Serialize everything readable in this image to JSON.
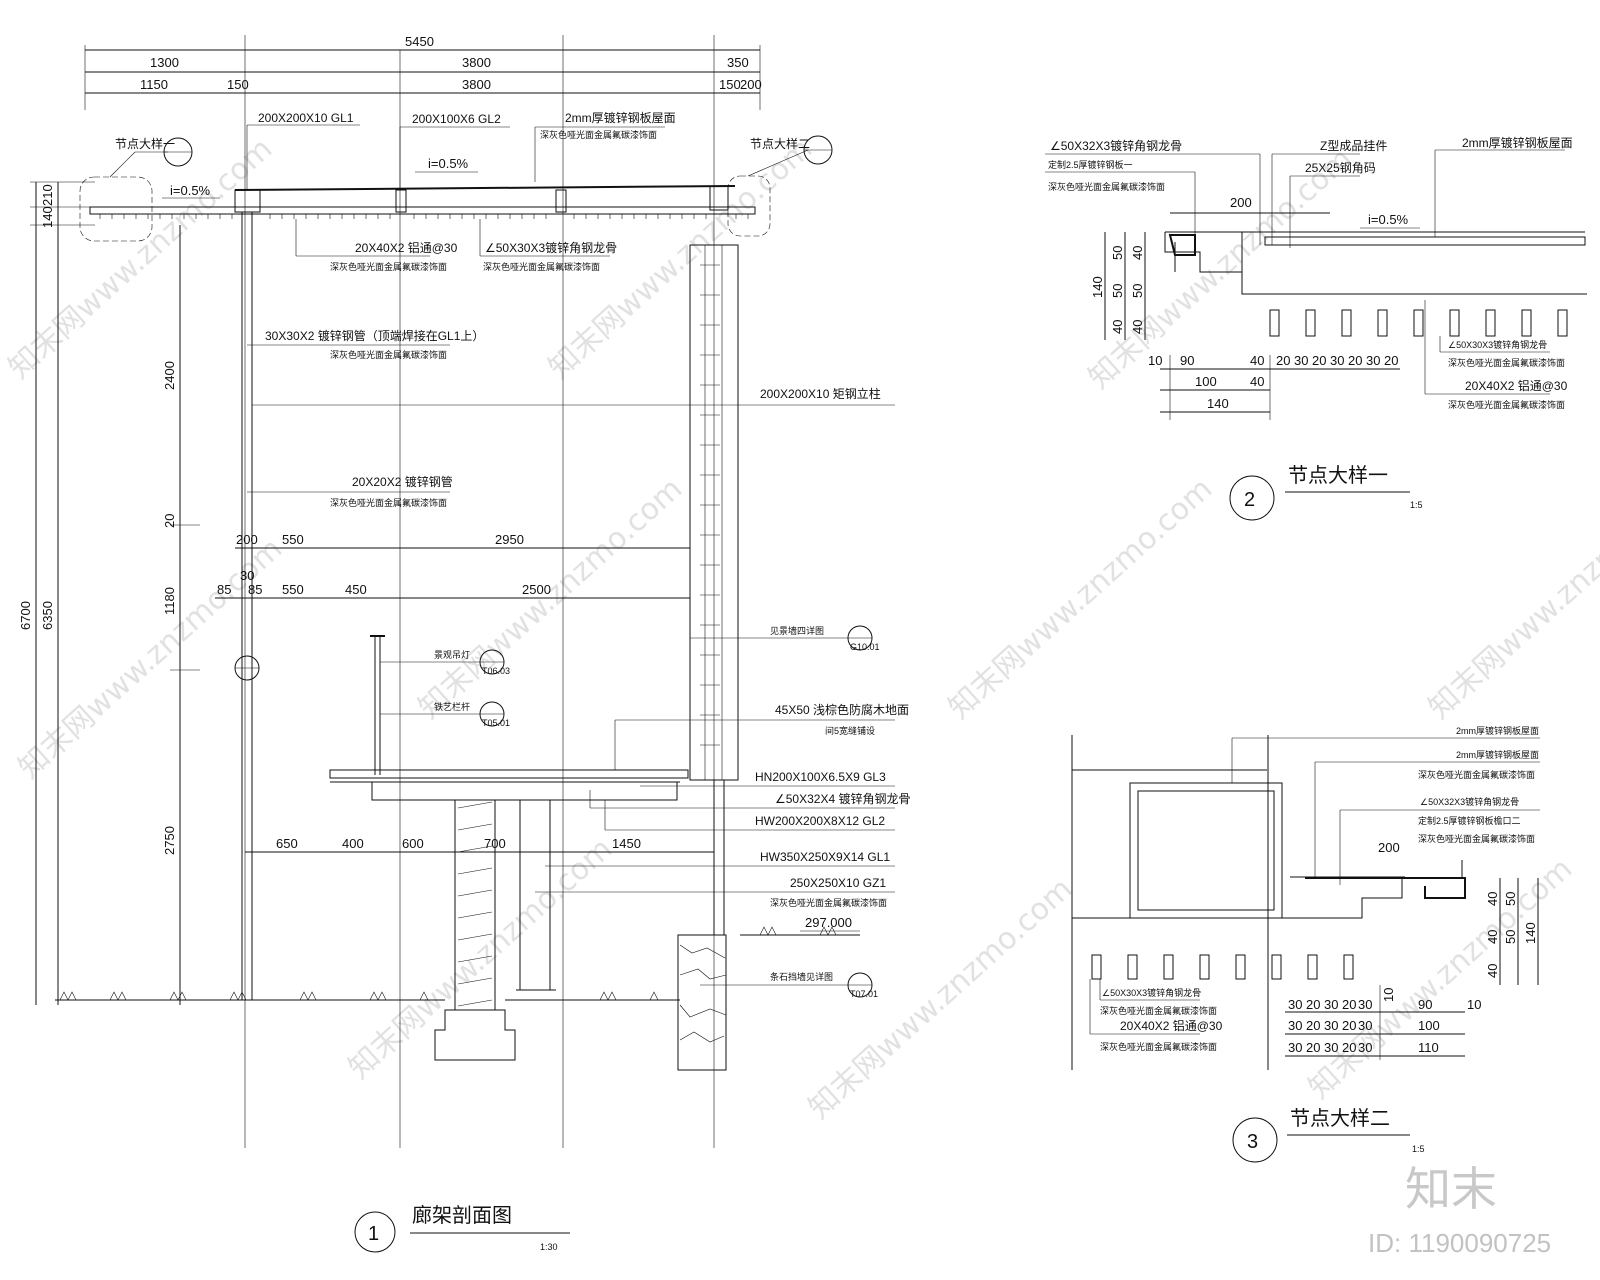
{
  "section1": {
    "title": "廊架剖面图",
    "number": "1",
    "scale": "1:30",
    "top_dims_row1": [
      "5450"
    ],
    "top_dims_row2": [
      "1300",
      "3800",
      "350"
    ],
    "top_dims_row3": [
      "1150",
      "150",
      "3800",
      "150",
      "200"
    ],
    "left_dims": [
      "6700",
      "6350",
      "210",
      "140",
      "2400",
      "20",
      "1180",
      "2750"
    ],
    "inner_dims_a": [
      "200",
      "550",
      "2950"
    ],
    "inner_dims_b": [
      "85",
      "30",
      "85",
      "550",
      "450",
      "2500"
    ],
    "inner_dims_c": [
      "650",
      "400",
      "600",
      "700",
      "1450"
    ],
    "slope_a": "i=0.5%",
    "slope_b": "i=0.5%",
    "detail_ref_left": "节点大样一",
    "detail_ref_right": "节点大样二",
    "notes": {
      "gl1": "200X200X10 GL1",
      "gl2": "200X100X6 GL2",
      "roof": "2mm厚镀锌钢板屋面",
      "roof_sub": "深灰色哑光面金属氟碳漆饰面",
      "purlin": "20X40X2 铝通@30",
      "purlin_sub": "深灰色哑光面金属氟碳漆饰面",
      "angle": "∠50X30X3镀锌角钢龙骨",
      "angle_sub": "深灰色哑光面金属氟碳漆饰面",
      "tube30": "30X30X2 镀锌钢管（顶端焊接在GL1上）",
      "tube30_sub": "深灰色哑光面金属氟碳漆饰面",
      "column": "200X200X10 矩钢立柱",
      "tube20": "20X20X2 镀锌钢管",
      "tube20_sub": "深灰色哑光面金属氟碳漆饰面",
      "wall_ref": "见景墙四详图",
      "wall_ref_code": "G10.01",
      "lamp": "景观吊灯",
      "lamp_code": "T06.03",
      "rail": "铁艺栏杆",
      "rail_code": "T05.01",
      "wood": "45X50 浅棕色防腐木地面",
      "wood_sub": "间5宽缝铺设",
      "gl3": "HN200X100X6.5X9 GL3",
      "angle2": "∠50X32X4  镀锌角钢龙骨",
      "hw_gl2": "HW200X200X8X12 GL2",
      "hw_gl1": "HW350X250X9X14 GL1",
      "gz1": "250X250X10 GZ1",
      "gz1_sub": "深灰色哑光面金属氟碳漆饰面",
      "elev": "297.000",
      "stone": "条石挡墙见详图",
      "stone_code": "T07.01"
    }
  },
  "detail2": {
    "title": "节点大样一",
    "number": "2",
    "scale": "1:5",
    "notes": {
      "angle": "∠50X32X3镀锌角钢龙骨",
      "flash": "定制2.5厚镀锌钢板一",
      "finish": "深灰色哑光面金属氟碳漆饰面",
      "z": "Z型成品挂件",
      "sq": "25X25钢角码",
      "roof": "2mm厚镀锌钢板屋面",
      "angle_b": "∠50X30X3镀锌角钢龙骨",
      "purlin": "20X40X2 铝通@30",
      "finish_b": "深灰色哑光面金属氟碳漆饰面"
    },
    "slope": "i=0.5%",
    "dim_200": "200",
    "left_dims": [
      "50",
      "40",
      "50",
      "50",
      "40",
      "40",
      "140"
    ],
    "bottom_row1": [
      "10",
      "90",
      "40",
      "20",
      "30",
      "20",
      "30",
      "20",
      "30",
      "20"
    ],
    "bottom_row2": [
      "100",
      "40"
    ],
    "bottom_row3": [
      "140"
    ]
  },
  "detail3": {
    "title": "节点大样二",
    "number": "3",
    "scale": "1:5",
    "notes": {
      "roof1": "2mm厚镀锌钢板屋面",
      "roof2": "2mm厚镀锌钢板屋面",
      "finish": "深灰色哑光面金属氟碳漆饰面",
      "angle": "∠50X32X3镀锌角钢龙骨",
      "flash": "定制2.5厚镀锌钢板檐口二",
      "finish2": "深灰色哑光面金属氟碳漆饰面",
      "angle_b": "∠50X30X3镀锌角钢龙骨",
      "finish_b": "深灰色哑光面金属氟碳漆饰面",
      "purlin": "20X40X2 铝通@30",
      "finish_c": "深灰色哑光面金属氟碳漆饰面"
    },
    "dim_200": "200",
    "right_dims": [
      "40",
      "50",
      "40",
      "50",
      "40",
      "140"
    ],
    "bottom_row1": [
      "30",
      "20",
      "30",
      "20",
      "30",
      "10",
      "90",
      "10"
    ],
    "bottom_row2": [
      "30",
      "20",
      "30",
      "20",
      "30",
      "100"
    ],
    "bottom_row3": [
      "30",
      "20",
      "30",
      "20",
      "30",
      "110"
    ]
  },
  "watermark": "知末网www.znzmo.com",
  "brand": {
    "name": "知末",
    "id": "ID: 1190090725"
  }
}
